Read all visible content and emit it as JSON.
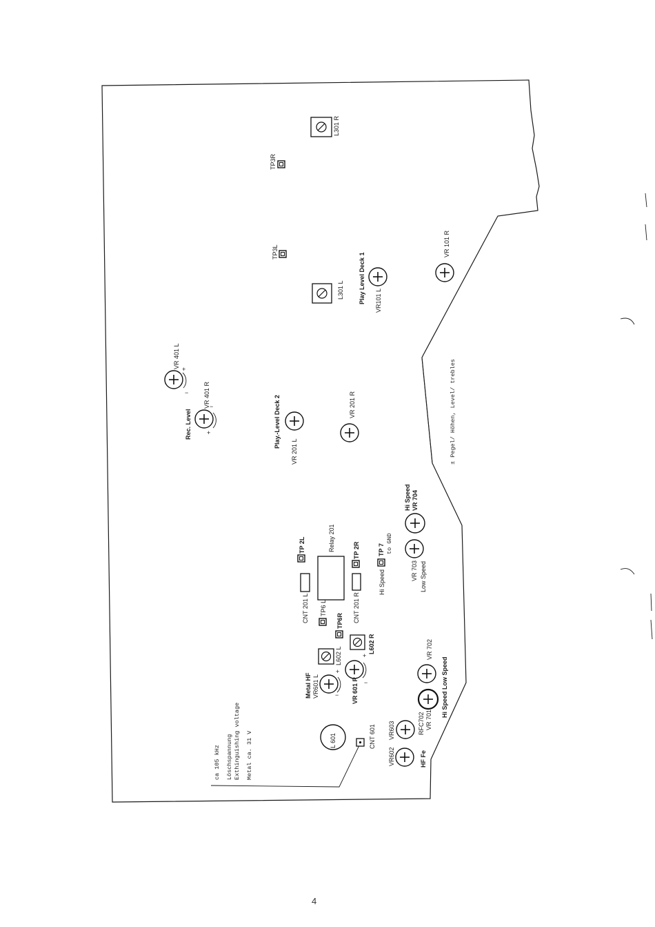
{
  "page_number": "4",
  "board": {
    "controls": {
      "vr401l": "VR 401 L",
      "vr401r": "VR 401 R",
      "rec_level": "Rec. Level",
      "play_level_deck2": "Play.-Level Deck 2",
      "vr201l": "VR 201 L",
      "vr201r": "VR 201 R",
      "tp3r": "TP3R",
      "l301r": "L301 R",
      "tp3l": "TP3L",
      "l301l": "L301 L",
      "play_level_deck1": "Play Level Deck 1",
      "vr101l": "VR101 L",
      "vr101r": "VR 101 R",
      "pegel_note": "± Pegel/ Höhen, Level/ trebles",
      "hi_speed_top": "Hi Speed",
      "vr704": "VR 704",
      "relay201": "Relay 201",
      "tp2l": "TP 2L",
      "cnt201l": "CNT 201 L",
      "tp2r": "TP 2R",
      "cnt201r": "CNT 201 R",
      "tp7": "TP 7",
      "to_gnd": "to GND",
      "hi_speed_tp7": "Hi Speed",
      "vr703": "VR 703",
      "low_speed_703": "Low Speed",
      "tp6l": "TP6 L",
      "tp6r": "TP6R",
      "l602r": "L602 R",
      "l602l": "L602 L",
      "metal_hf": "Metal HF",
      "vr601l": "VR601 L",
      "vr601r": "VR 601 R",
      "vr702": "VR 702",
      "hi_low_speed": "Hi Speed Low Speed",
      "vr701": "VR 701",
      "rfc702": "RFC702",
      "cnt601": "CNT 601",
      "l601": "L 601",
      "vr602": "VR602",
      "vr603": "VR603",
      "hf_fe": "HF Fe"
    },
    "notes": {
      "line1": "ca 105 kHz",
      "line2": "Löschspannung",
      "line3": "Exthinguishing voltage",
      "line4": "Metal ca. 31 V"
    },
    "signs": {
      "plus": "+",
      "minus": "−"
    }
  }
}
